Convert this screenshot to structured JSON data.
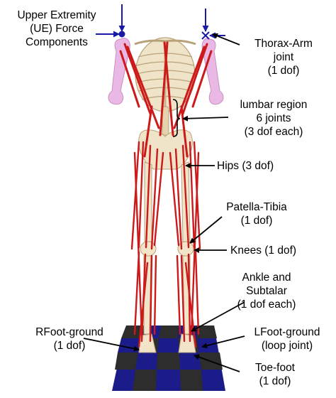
{
  "labels": {
    "ue_force": [
      "Upper Extremity",
      "(UE) Force",
      "Components"
    ],
    "thorax_arm": [
      "Thorax-Arm",
      "joint",
      "(1 dof)"
    ],
    "lumbar": [
      "lumbar region",
      "6 joints",
      "(3 dof each)"
    ],
    "hips": [
      "Hips (3 dof)"
    ],
    "patella": [
      "Patella-Tibia",
      "(1 dof)"
    ],
    "knees": [
      "Knees (1 dof)"
    ],
    "ankle": [
      "Ankle and",
      "Subtalar",
      "(1 dof each)"
    ],
    "rfoot": [
      "RFoot-ground",
      "(1 dof)"
    ],
    "lfoot": [
      "LFoot-ground",
      "(loop joint)"
    ],
    "toe": [
      "Toe-foot",
      "(1 dof)"
    ]
  },
  "colors": {
    "muscle": "#cc1a1a",
    "bone": "#f3e6cc",
    "humerus": "#e9b8e4",
    "force_arrow": "#1a1aa6",
    "floor_a": "#1b1b8a",
    "floor_b": "#2d2d2d"
  }
}
